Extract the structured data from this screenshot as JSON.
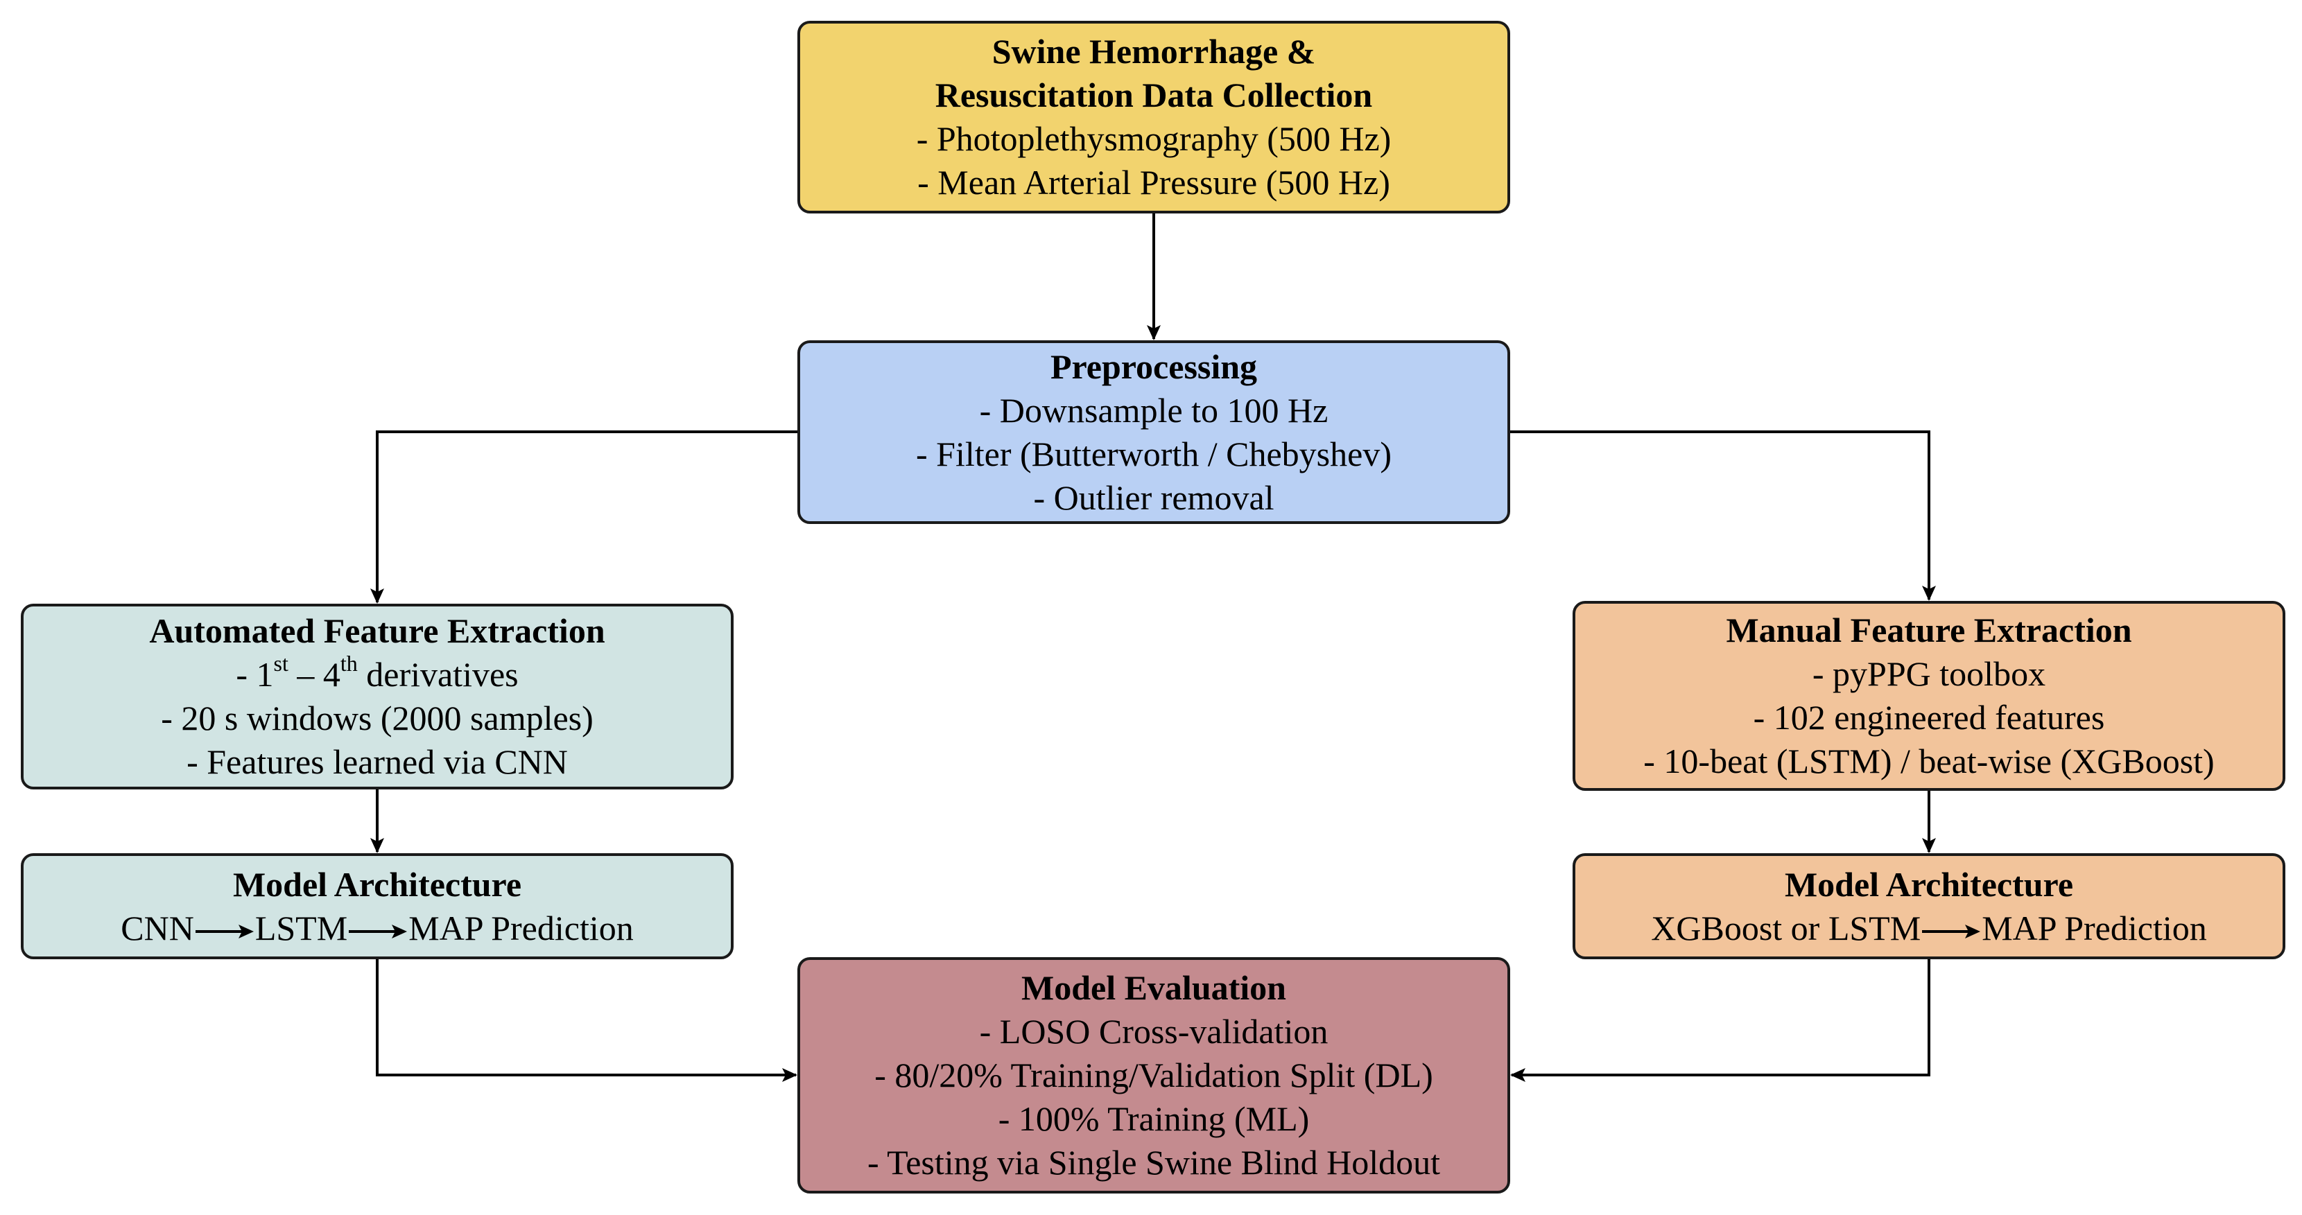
{
  "nodes": {
    "collection": {
      "title_line1": "Swine Hemorrhage &",
      "title_line2": "Resuscitation Data Collection",
      "items": [
        "- Photoplethysmography (500 Hz)",
        "- Mean Arterial Pressure (500 Hz)"
      ]
    },
    "preprocessing": {
      "title": "Preprocessing",
      "items": [
        "- Downsample to 100 Hz",
        "- Filter (Butterworth / Chebyshev)",
        "- Outlier removal"
      ]
    },
    "automated": {
      "title": "Automated Feature Extraction",
      "deriv_prefix": "- 1",
      "deriv_sup1": "st",
      "deriv_mid": " – 4",
      "deriv_sup2": "th",
      "deriv_suffix": " derivatives",
      "items": [
        "- 20 s windows (2000 samples)",
        "- Features learned via CNN"
      ]
    },
    "manual": {
      "title": "Manual Feature Extraction",
      "items": [
        "- pyPPG toolbox",
        "- 102 engineered features",
        "- 10-beat (LSTM) / beat-wise (XGBoost)"
      ]
    },
    "arch_left": {
      "title": "Model Architecture",
      "step1": "CNN",
      "step2": "LSTM",
      "step3": "MAP Prediction"
    },
    "arch_right": {
      "title": "Model Architecture",
      "step1": "XGBoost or LSTM",
      "step2": "MAP Prediction"
    },
    "evaluation": {
      "title": "Model Evaluation",
      "items": [
        "- LOSO Cross-validation",
        "- 80/20% Training/Validation Split (DL)",
        "- 100% Training (ML)",
        "- Testing via Single Swine Blind Holdout"
      ]
    }
  },
  "colors": {
    "collection": "#f2d36e",
    "preprocessing": "#b9d0f4",
    "automated": "#d1e4e3",
    "manual": "#f2c49b",
    "evaluation": "#c48b8f",
    "border": "#1a1a1a"
  }
}
